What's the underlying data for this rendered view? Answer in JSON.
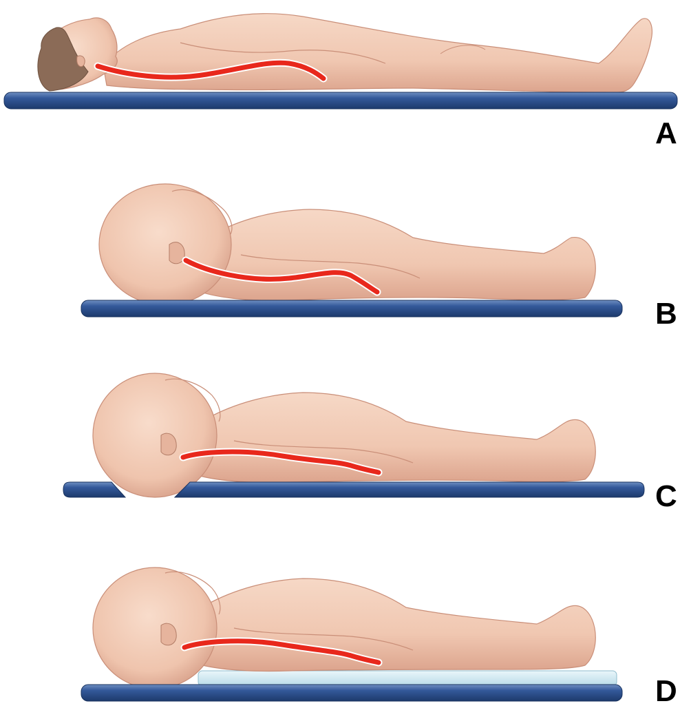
{
  "figure": {
    "panels": [
      {
        "label": "A"
      },
      {
        "label": "B"
      },
      {
        "label": "C"
      },
      {
        "label": "D"
      }
    ]
  },
  "colors": {
    "skin": "#f3cdb8",
    "skin_shadow": "#dfa992",
    "hair": "#8a6a55",
    "board": "#2c4f8a",
    "board_light": "#5577ad",
    "spine": "#e8281c",
    "pad": "#cde8f2"
  }
}
